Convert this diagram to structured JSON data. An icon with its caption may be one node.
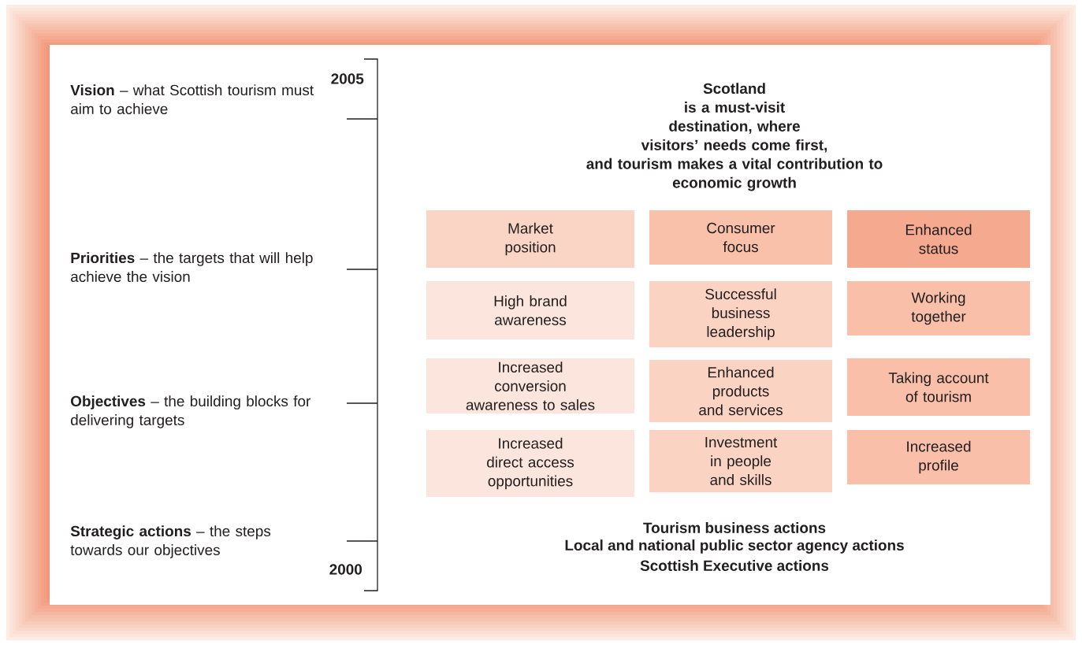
{
  "diagram": {
    "nodes": [
      {
        "text": [
          "Market position"
        ]
      },
      {
        "text": [
          "Consumer focus"
        ]
      },
      {
        "text": [
          "Enhanced status"
        ]
      },
      {
        "text": [
          "High brand awareness"
        ]
      },
      {
        "text": [
          "Successful business leadership"
        ]
      },
      {
        "text": [
          "Working together"
        ]
      },
      {
        "text": [
          "Increased conversion awareness to sales"
        ]
      },
      {
        "text": [
          "Enhanced products and services"
        ]
      },
      {
        "text": [
          "Taking account of tourism"
        ]
      },
      {
        "text": [
          "Increased direct access opportunities"
        ]
      },
      {
        "text": [
          "Investment in people and skills"
        ]
      },
      {
        "text": [
          "Increased profile"
        ]
      }
    ],
    "labels": [
      "2005",
      "**Vision** – what Scottish tourism must aim to achieve",
      "Scotland is a must-visit destination, where visitors’ needs come first, and tourism makes a vital contribution to economic growth",
      "**Priorities** – the targets that will help achieve the vision",
      "**Objectives** – the building blocks for delivering targets",
      "**Strategic actions** – the steps towards our objectives",
      "Tourism business actions",
      "Local and national public sector agency actions",
      "Scottish Executive actions",
      "2000"
    ]
  }
}
